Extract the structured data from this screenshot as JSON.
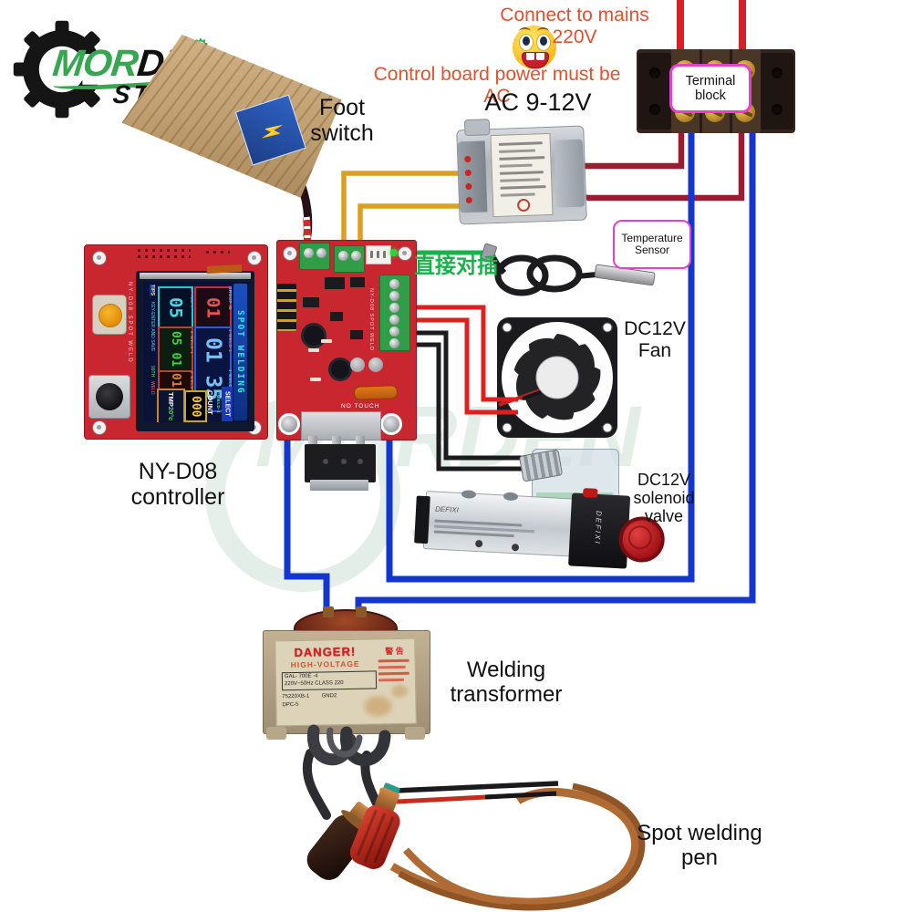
{
  "logo": {
    "part1": "MOR",
    "part2": "DEN",
    "store": "STORE"
  },
  "labels": {
    "mains": "Connect to mains 220V",
    "power_note": "Control board power must be AC",
    "ac": "AC 9-12V",
    "terminal_block": "Terminal\nblock",
    "foot_switch": "Foot\nswitch",
    "temp_sensor": "Temperature\nSensor",
    "direct_plug": "直接对插",
    "fan": "DC12V\nFan",
    "valve": "DC12V\nsolenoid\nvalve",
    "controller": "NY-D08\ncontroller",
    "transformer": "Welding\ntransformer",
    "pen": "Spot welding\npen"
  },
  "lcd": {
    "banner": "SPOT WELDING",
    "tips": "TIPS",
    "tips2": "KEY-ENTER AND SAVE",
    "corner1": "99TH",
    "corner2": "WELD",
    "lbl_space": "SPACE-T",
    "lbl_group": "GROUP ID",
    "lbl_w11": "1-WELD-1",
    "lbl_w1c": "1-WELD-C",
    "lbl_w21": "2-WELD-1",
    "lbl_w20": "2-WELD-0",
    "v1": "05",
    "v2": "05 01",
    "v3": "01 90",
    "v4": "01",
    "v5": "01 35",
    "tmp": "TMP",
    "tmp_v": "20°c",
    "count_v": "000",
    "count": "COUNT",
    "sel_v": "1-WELD-1",
    "sel": "SELECT"
  },
  "pcb": {
    "side_text": "NY-D08 SPOT WELD",
    "no_touch": "NO TOUCH"
  },
  "display_board": {
    "side_text": "NY-D08 SPOT WELD"
  },
  "valve": {
    "brand": "DEFIXI"
  },
  "transformer_label": {
    "danger": "DANGER!",
    "danger2": "HIGH-VOLTAGE",
    "spec1": "GAL- 700E -4",
    "spec2": "220V~50Hz CLASS 220",
    "spec3": "75220XB-1        GND2",
    "spec4": "DPC-5",
    "warn": "警 告"
  },
  "colors": {
    "annotation_red": "#e2512d",
    "mains_wire_red": "#d61f26",
    "primary_wire_maroon": "#9b1b30",
    "dc_wire_blue": "#1535cf",
    "ac_wire_yellow": "#d9a11f",
    "signal_wire_green": "#19b24a",
    "pcb_red": "#c8272f",
    "label_border_magenta": "#e33fd0"
  }
}
